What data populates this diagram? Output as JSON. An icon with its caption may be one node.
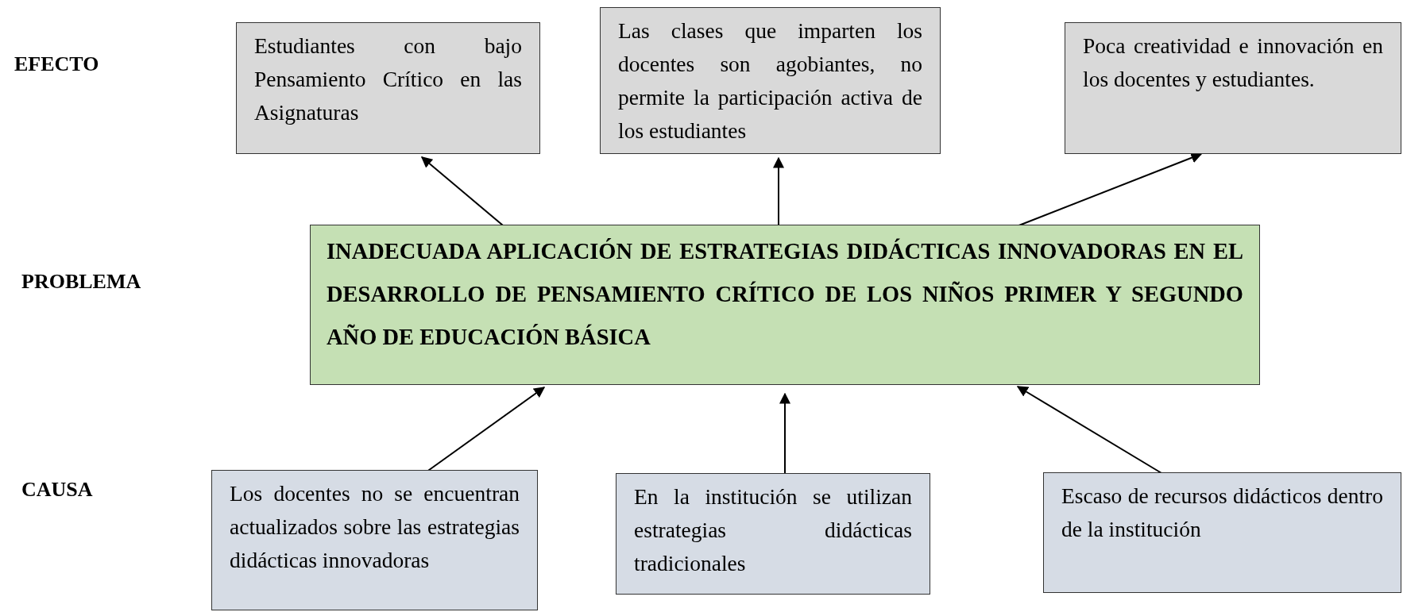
{
  "diagram": {
    "nodes": [
      {
        "text": [
          "Estudiantes con bajo Pensamiento Crítico en las Asignaturas"
        ]
      },
      {
        "text": [
          "Las clases que imparten los docentes son agobiantes, no permite la participación activa de los estudiantes"
        ]
      },
      {
        "text": [
          "Poca creatividad e innovación en los docentes y estudiantes."
        ]
      },
      {
        "text": [
          "INADECUADA APLICACIÓN DE ESTRATEGIAS DIDÁCTICAS INNOVADORAS EN EL DESARROLLO DE PENSAMIENTO CRÍTICO DE LOS NIÑOS PRIMER Y SEGUNDO AÑO DE EDUCACIÓN BÁSICA"
        ]
      },
      {
        "text": [
          "Los docentes no se encuentran actualizados sobre las estrategias didácticas innovadoras"
        ]
      },
      {
        "text": [
          "En la institución se utilizan estrategias didácticas tradicionales"
        ]
      },
      {
        "text": [
          "Escaso de recursos didácticos dentro de la institución"
        ]
      }
    ],
    "edges": [
      {
        "from": 3,
        "to": 0,
        "arrow": "to"
      },
      {
        "from": 3,
        "to": 1,
        "arrow": "to"
      },
      {
        "from": 3,
        "to": 2,
        "arrow": "to"
      },
      {
        "from": 4,
        "to": 3,
        "arrow": "to"
      },
      {
        "from": 5,
        "to": 3,
        "arrow": "to"
      },
      {
        "from": 6,
        "to": 3,
        "arrow": "to"
      }
    ],
    "labels": [
      "EFECTO",
      "PROBLEMA",
      "CAUSA"
    ]
  }
}
